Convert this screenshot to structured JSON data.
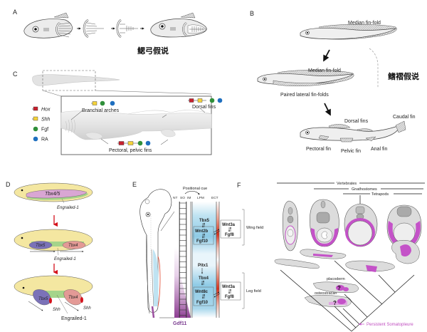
{
  "panels": {
    "A": {
      "label": "A",
      "caption": "鳃弓假说"
    },
    "B": {
      "label": "B",
      "caption": "鳍褶假说",
      "stage1_label": "Median fin-fold",
      "stage2_label_top": "Median fin-fold",
      "stage2_label_bottom": "Paired lateral fin-folds",
      "stage3_labels": {
        "dorsal": "Dorsal fins",
        "caudal": "Caudal fin",
        "pectoral": "Pectoral fin",
        "pelvic": "Pelvic fin",
        "anal": "Anal fin"
      }
    },
    "C": {
      "label": "C",
      "legend": [
        {
          "name": "Hox",
          "shape": "rect",
          "color": "#c8202e",
          "italic": true
        },
        {
          "name": "Shh",
          "shape": "rect",
          "color": "#f5d33a",
          "italic": true
        },
        {
          "name": "Fgf",
          "shape": "circle",
          "color": "#2f8f3a",
          "italic": false
        },
        {
          "name": "RA",
          "shape": "circle",
          "color": "#1f6fbf",
          "italic": false
        }
      ],
      "annotations": {
        "branchial": "Branchial arches",
        "dorsal": "Dorsal fins",
        "paired": "Pectoral, pelvic fins"
      }
    },
    "D": {
      "label": "D",
      "stage1": {
        "domain": "Tbx4/5",
        "boundary": "Engrailed-1"
      },
      "stage2": {
        "left": "Tbx5",
        "right": "Tbx4",
        "boundary": "Engrailed-1"
      },
      "stage3": {
        "left": "Tbx5",
        "right": "Tbx4",
        "shh_left": "Shh",
        "shh_right": "Shh",
        "boundary": "Engrailed-1"
      },
      "colors": {
        "body": "#f4e7a1",
        "domain": "#d9a6d3",
        "green": "#a5d48a",
        "tbx5": "#7b72b8",
        "tbx4": "#e39a96",
        "shh": "#d4111b",
        "arrow": "#d4111b"
      }
    },
    "E": {
      "label": "E",
      "positional_cue": "Positional cue",
      "columns": [
        "NT",
        "SO",
        "IM",
        "LPM",
        "ECT"
      ],
      "wing": {
        "genes": [
          "Tbx5",
          "Wnt2b",
          "Fgf10"
        ],
        "ect_genes": [
          "Wnt3a",
          "Fgf8"
        ],
        "field_label": "Wing field"
      },
      "leg": {
        "genes": [
          "Pitx1",
          "Tbx4",
          "Wnt8c",
          "Fgf10"
        ],
        "ect_genes": [
          "Wnt3a",
          "Fgf8"
        ],
        "field_label": "Leg field"
      },
      "gradient_label": "Gdf11",
      "colors": {
        "lpm": "#9fd3ea",
        "ect": "#e0442a",
        "gdf11": "#9b4f9f"
      }
    },
    "F": {
      "label": "F",
      "clades": [
        "Vertebrates",
        "Gnathostomes",
        "Tetrapods"
      ],
      "taxa": [
        "placoderm",
        "osteostracan"
      ],
      "unknown_mark": "?",
      "legend_label": "Persistent Somatopleure",
      "colors": {
        "somatopleure": "#c452c8",
        "tissue": "#d9d9d9"
      }
    }
  }
}
